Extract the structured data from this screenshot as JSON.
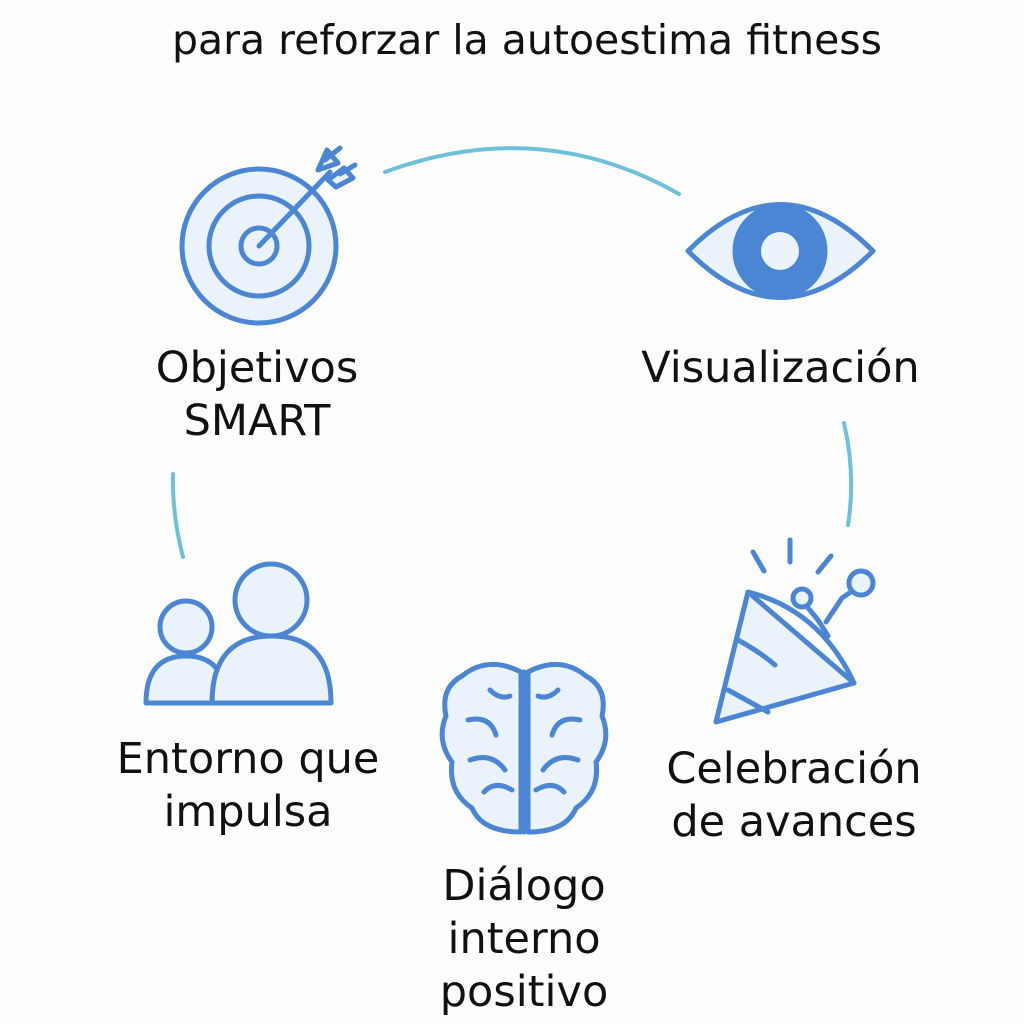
{
  "title": "para reforzar la autoestima fitness",
  "colors": {
    "icon_stroke": "#4a86d4",
    "icon_fill": "#eaf2fc",
    "icon_accent": "#4a86d4",
    "connector": "#6ec1dc"
  },
  "nodes": [
    {
      "id": "objetivos",
      "icon": "target-arrow-icon",
      "label_lines": [
        "Objetivos",
        "SMART"
      ]
    },
    {
      "id": "visualizacion",
      "icon": "eye-icon",
      "label_lines": [
        "Visualización"
      ]
    },
    {
      "id": "celebracion",
      "icon": "party-popper-icon",
      "label_lines": [
        "Celebración",
        "de avances"
      ]
    },
    {
      "id": "dialogo",
      "icon": "brain-icon",
      "label_lines": [
        "Diálogo",
        "interno",
        "positivo"
      ]
    },
    {
      "id": "entorno",
      "icon": "people-icon",
      "label_lines": [
        "Entorno que",
        "impulsa"
      ]
    }
  ]
}
